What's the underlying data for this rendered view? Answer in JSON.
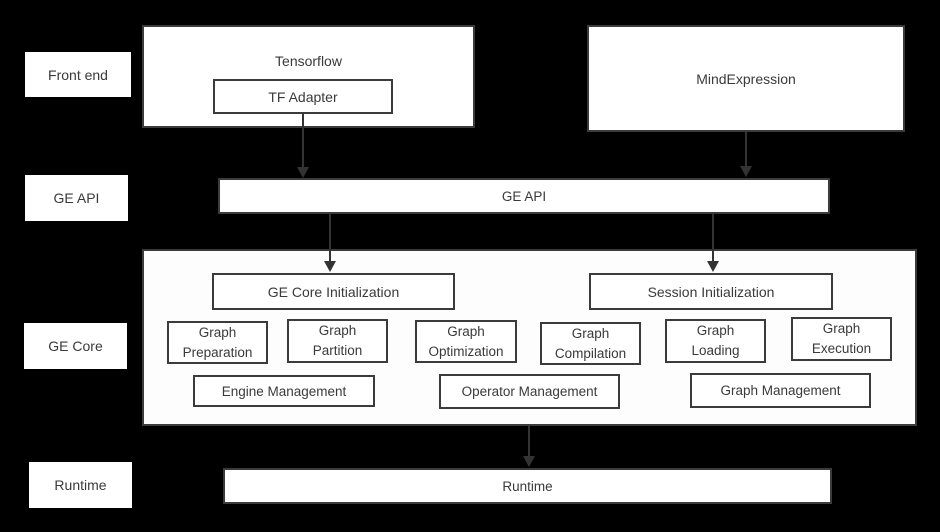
{
  "diagram": {
    "title_note": "GE (Graph Engine) layered architecture diagram",
    "row_labels": [
      {
        "label": "Front end"
      },
      {
        "label": "GE API"
      },
      {
        "label": "GE Core"
      },
      {
        "label": "Runtime"
      }
    ],
    "frontend": {
      "tensorflow_label": "Tensorflow",
      "tf_adapter_label": "TF Adapter",
      "mindexpression_label": "MindExpression"
    },
    "api": {
      "label": "GE API"
    },
    "core": {
      "init": [
        {
          "label": "GE Core Initialization"
        },
        {
          "label": "Session Initialization"
        }
      ],
      "stages": [
        {
          "label": "Graph Preparation"
        },
        {
          "label": "Graph Partition"
        },
        {
          "label": "Graph Optimization"
        },
        {
          "label": "Graph Compilation"
        },
        {
          "label": "Graph Loading"
        },
        {
          "label": "Graph Execution"
        }
      ],
      "management": [
        {
          "label": "Engine Management"
        },
        {
          "label": "Operator Management"
        },
        {
          "label": "Graph Management"
        }
      ]
    },
    "runtime": {
      "label": "Runtime"
    },
    "connections": [
      "TF Adapter -> GE API",
      "MindExpression -> GE API",
      "GE API -> GE Core Initialization",
      "GE API -> Session Initialization",
      "GE Core -> Runtime"
    ]
  },
  "colors": {
    "background": "#000000",
    "box_fill": "#ffffff",
    "box_border": "#3b3b3b",
    "text": "#3a3a3a",
    "arrow": "#333333"
  }
}
